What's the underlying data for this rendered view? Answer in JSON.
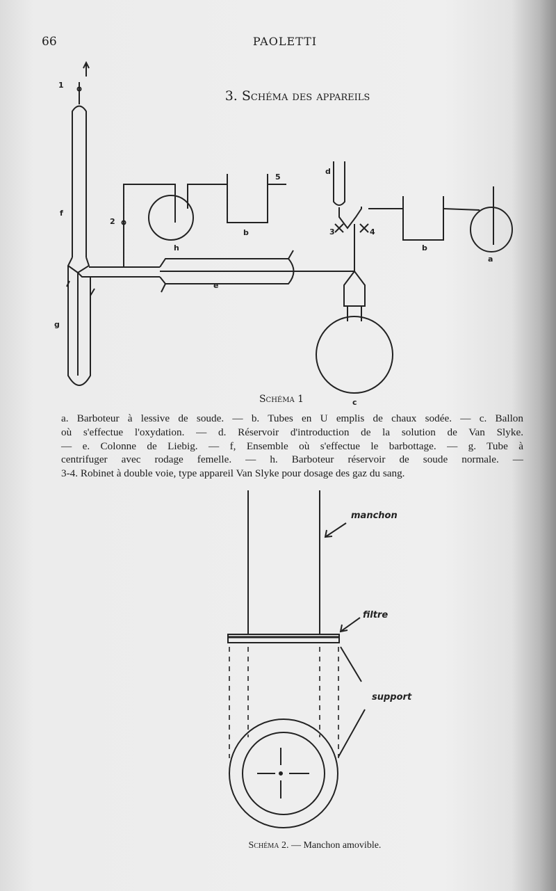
{
  "header": {
    "page_number": "66",
    "running_head": "PAOLETTI"
  },
  "section_title": "3. Schéma des appareils",
  "schema1": {
    "labels": {
      "one": "1",
      "two": "2",
      "three": "3",
      "four": "4",
      "five": "5",
      "a": "a",
      "b1": "b",
      "b2": "b",
      "c": "c",
      "d": "d",
      "e": "e",
      "f": "f",
      "g": "g",
      "h": "h"
    },
    "caption": "Schéma 1",
    "legend": [
      "a. Barboteur à lessive de soude. — b. Tubes en U emplis de chaux sodée. — c. Ballon",
      "où s'effectue l'oxydation. — d. Réservoir d'introduction de la solution de Van Slyke.",
      "— e. Colonne de Liebig. — f, Ensemble où s'effectue le barbottage. — g. Tube à",
      "centrifuger avec rodage femelle. — h. Barboteur réservoir de soude normale. —",
      "3-4. Robinet à double voie, type appareil Van Slyke pour dosage des gaz du sang."
    ]
  },
  "schema2": {
    "labels": {
      "manchon": "manchon",
      "filtre": "filtre",
      "support": "support"
    },
    "caption_label": "Schéma 2.",
    "caption_text": " — Manchon amovible."
  }
}
